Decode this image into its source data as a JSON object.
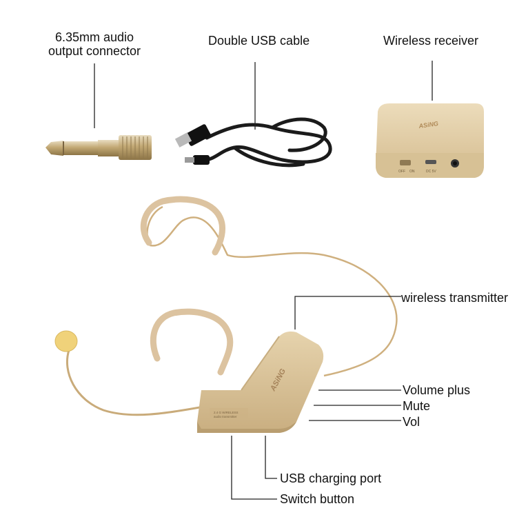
{
  "top_labels": {
    "connector": [
      "6.35mm audio",
      "output connector"
    ],
    "usb_cable": "Double USB cable",
    "receiver": "Wireless receiver"
  },
  "callouts": {
    "transmitter": "wireless transmitter",
    "volume_plus": "Volume plus",
    "mute": "Mute",
    "vol": "Vol",
    "usb_port": "USB charging port",
    "switch": "Switch button"
  },
  "device_text": {
    "brand": "ASiNG",
    "receiver_switch_off": "OFF",
    "receiver_switch_on": "ON",
    "receiver_dc": "DC 5V",
    "transmitter_line1": "2.4 G WIRELESS",
    "transmitter_line2": "audio transmitter"
  },
  "colors": {
    "device_body": "#dcc49a",
    "device_shadow": "#b99e70",
    "headband": "#d9bd91",
    "foam": "#f0d27a",
    "cable": "#1b1b1b",
    "metal": "#c9b484"
  }
}
